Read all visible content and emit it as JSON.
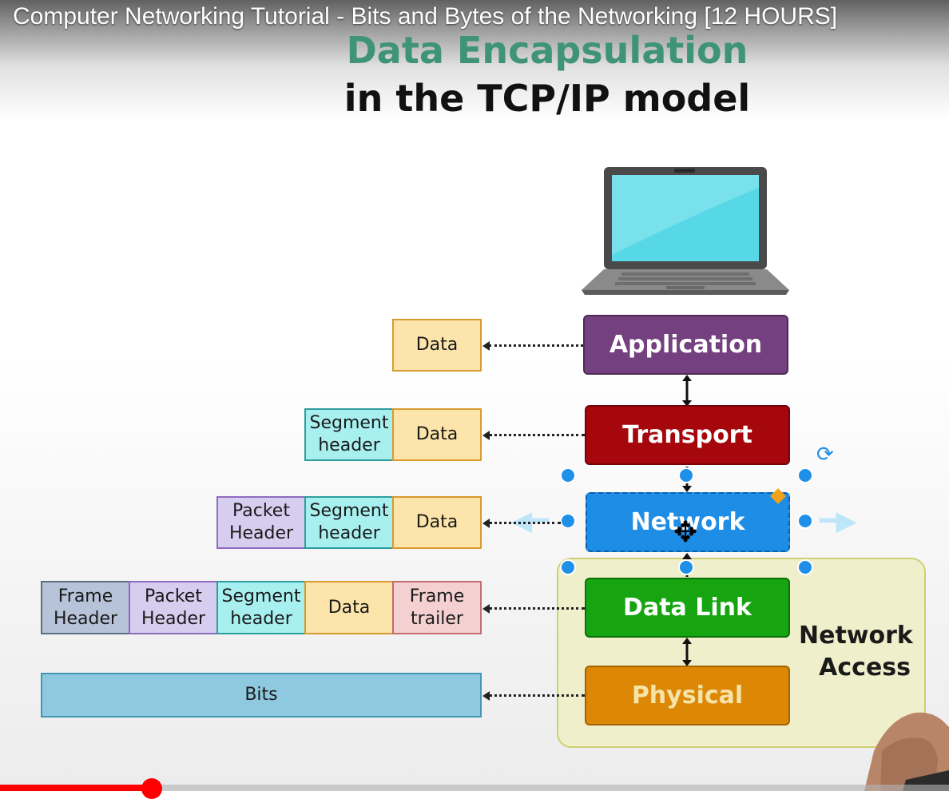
{
  "video": {
    "title": "Computer Networking Tutorial - Bits and Bytes of the Networking [12 HOURS]",
    "progress_fraction": 0.16
  },
  "slide": {
    "title_line1": "Data Encapsulation",
    "title_line2": "in the TCP/IP model",
    "group_label": "Network\nAccess",
    "layers": {
      "application": "Application",
      "transport": "Transport",
      "network": "Network",
      "datalink": "Data Link",
      "physical": "Physical"
    },
    "pdus": {
      "app_data": "Data",
      "trans_seg": "Segment\nheader",
      "trans_data": "Data",
      "net_packet": "Packet\nHeader",
      "net_seg": "Segment\nheader",
      "net_data": "Data",
      "dl_frame": "Frame\nHeader",
      "dl_packet": "Packet\nHeader",
      "dl_seg": "Segment\nheader",
      "dl_data": "Data",
      "dl_trailer": "Frame\ntrailer",
      "phy_bits": "Bits"
    }
  },
  "colors": {
    "title_accent": "#3f9378",
    "application": "#74407f",
    "transport": "#a6070d",
    "network": "#1e8de6",
    "datalink": "#16a511",
    "physical": "#dc8806",
    "progress": "#ff0000"
  }
}
